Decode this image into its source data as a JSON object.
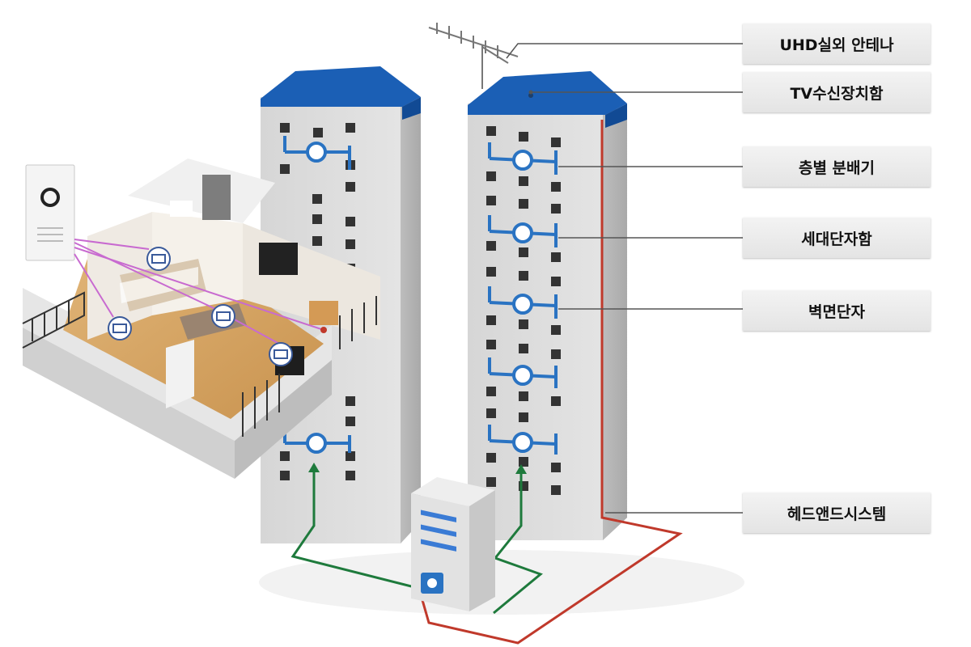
{
  "labels": {
    "antenna": "UHD실외 안테나",
    "receiver_box": "TV수신장치함",
    "floor_splitter": "층별 분배기",
    "unit_terminal_box": "세대단자함",
    "wall_outlet": "벽면단자",
    "headend": "헤드앤드시스템"
  },
  "colors": {
    "roof": "#1b5fb5",
    "building": "#d9d9d9",
    "coax_red": "#c0392b",
    "signal_green": "#1e7a3c",
    "indoor_cable": "#c86ad0",
    "splitter": "#2a73c2"
  }
}
